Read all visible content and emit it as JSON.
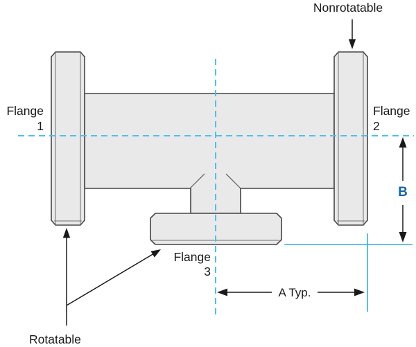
{
  "diagram": {
    "description": "Tee pipe fitting with three flanges, dimension callouts A and B",
    "labels": {
      "nonrotatable": "Nonrotatable",
      "rotatable": "Rotatable",
      "flange1_line1": "Flange",
      "flange1_line2": "1",
      "flange2_line1": "Flange",
      "flange2_line2": "2",
      "flange3_line1": "Flange",
      "flange3_line2": "3"
    },
    "dimensions": {
      "a_label": "A Typ.",
      "b_label": "B"
    },
    "colors": {
      "background": "#ffffff",
      "part_fill": "#e9e9e9",
      "part_outline": "#454545",
      "centerline_cyan": "#4cc1e8",
      "extension_cyan": "#2ab4d8",
      "dim_label_blue": "#1565ad",
      "text_black": "#1a1a1a"
    }
  }
}
